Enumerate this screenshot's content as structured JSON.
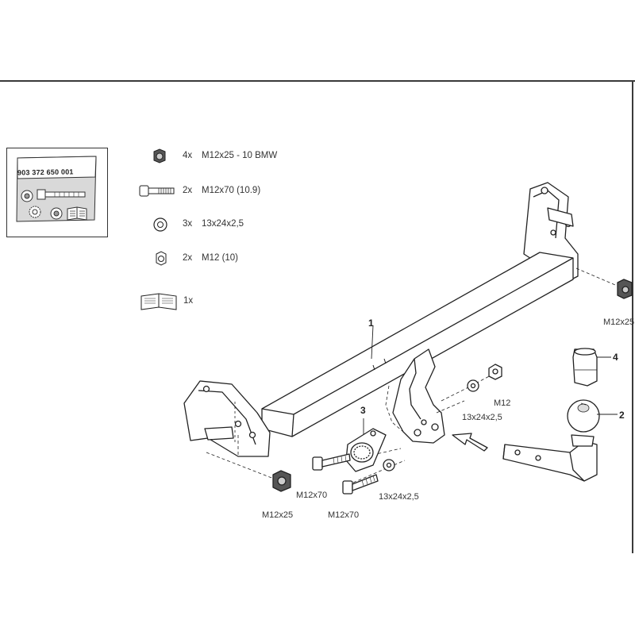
{
  "kit": {
    "number": "903 372 650 001",
    "icons": [
      "nut-icon",
      "bolt-icon",
      "washer-icon",
      "shrinkwrap-icon"
    ]
  },
  "parts_list": [
    {
      "icon": "flange-nut-icon",
      "qty": "4x",
      "spec": "M12x25 - 10   BMW"
    },
    {
      "icon": "bolt-icon",
      "qty": "2x",
      "spec": "M12x70 (10.9)"
    },
    {
      "icon": "washer-icon",
      "qty": "3x",
      "spec": "13x24x2,5"
    },
    {
      "icon": "hex-nut-icon",
      "qty": "2x",
      "spec": "M12 (10)"
    },
    {
      "icon": "manual-book-icon",
      "qty": "1x",
      "spec": ""
    }
  ],
  "diagram": {
    "part_numbers": {
      "crossbar": "1",
      "ball": "2",
      "bracket": "3",
      "cap": "4"
    },
    "callouts": {
      "nut_right": "M12x25",
      "nut_small": "M12",
      "washer_upper": "13x24x2,5",
      "bolt_upper": "M12x70",
      "washer_lower": "13x24x2,5",
      "nut_left": "M12x25",
      "bolt_lower": "M12x70"
    }
  }
}
